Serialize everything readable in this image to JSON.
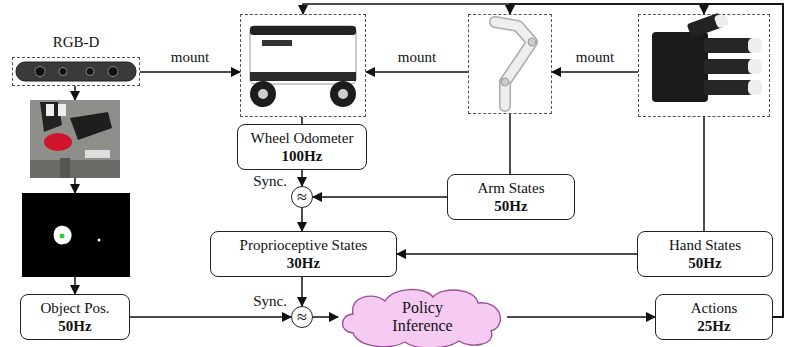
{
  "diagram": {
    "nodes": [
      {
        "text": [
          "RGB-D"
        ]
      },
      {
        "text": []
      },
      {
        "text": []
      },
      {
        "text": []
      },
      {
        "text": []
      },
      {
        "text": []
      },
      {
        "text": [
          "Wheel Odometer",
          "100Hz"
        ]
      },
      {
        "text": [
          "Arm States",
          "50Hz"
        ]
      },
      {
        "text": [
          "Proprioceptive States",
          "30Hz"
        ]
      },
      {
        "text": [
          "Hand States",
          "50Hz"
        ]
      },
      {
        "text": [
          "Object Pos.",
          "50Hz"
        ]
      },
      {
        "text": [
          "Policy Inference"
        ]
      },
      {
        "text": [
          "Actions",
          "25Hz"
        ]
      },
      {
        "text": [
          "≈"
        ]
      },
      {
        "text": [
          "≈"
        ]
      }
    ],
    "edges": [
      {
        "from": 0,
        "to": 1,
        "label": "mount",
        "arrow": "to"
      },
      {
        "from": 2,
        "to": 1,
        "label": "mount",
        "arrow": "to"
      },
      {
        "from": 3,
        "to": 2,
        "label": "mount",
        "arrow": "to"
      },
      {
        "from": 0,
        "to": 4,
        "arrow": "to"
      },
      {
        "from": 4,
        "to": 5,
        "arrow": "to"
      },
      {
        "from": 5,
        "to": 10,
        "arrow": "to"
      },
      {
        "from": 1,
        "to": 6,
        "arrow": "none"
      },
      {
        "from": 6,
        "to": 13,
        "arrow": "to"
      },
      {
        "from": 2,
        "to": 7,
        "arrow": "none"
      },
      {
        "from": 7,
        "to": 13,
        "arrow": "to"
      },
      {
        "from": 13,
        "to": 8,
        "arrow": "to"
      },
      {
        "from": 3,
        "to": 9,
        "arrow": "none"
      },
      {
        "from": 9,
        "to": 8,
        "arrow": "to"
      },
      {
        "from": 8,
        "to": 14,
        "arrow": "to"
      },
      {
        "from": 10,
        "to": 14,
        "arrow": "to"
      },
      {
        "from": 14,
        "to": 11,
        "arrow": "to"
      },
      {
        "from": 11,
        "to": 12,
        "arrow": "to"
      },
      {
        "from": 12,
        "to": 1,
        "arrow": "to"
      },
      {
        "from": 12,
        "to": 2,
        "arrow": "to"
      },
      {
        "from": 12,
        "to": 3,
        "arrow": "to"
      }
    ],
    "labels": [
      "Sync.",
      "Sync."
    ]
  }
}
